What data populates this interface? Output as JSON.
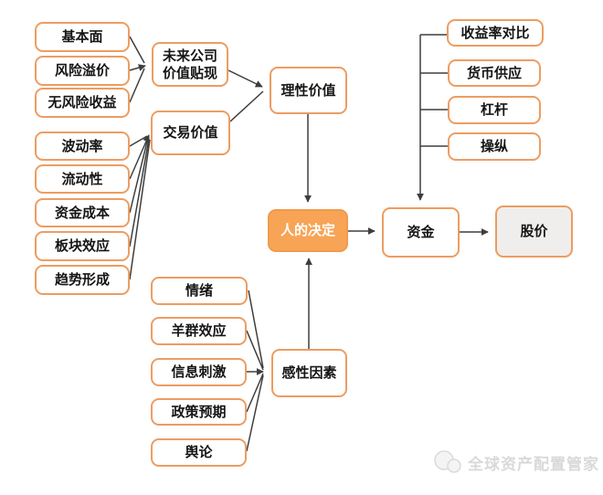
{
  "nodes": {
    "fundamentals": {
      "label": "基本面"
    },
    "risk_premium": {
      "label": "风险溢价"
    },
    "risk_free_return": {
      "label": "无风险收益"
    },
    "volatility": {
      "label": "波动率"
    },
    "liquidity": {
      "label": "流动性"
    },
    "capital_cost": {
      "label": "资金成本"
    },
    "sector_effect": {
      "label": "板块效应"
    },
    "trend_formation": {
      "label": "趋势形成"
    },
    "future_company_value_discount": {
      "label": "未来公司价值贴现"
    },
    "trading_value": {
      "label": "交易价值"
    },
    "rational_value": {
      "label": "理性价值"
    },
    "human_decision": {
      "label": "人的决定"
    },
    "emotional_factors": {
      "label": "感性因素"
    },
    "emotion": {
      "label": "情绪"
    },
    "herd_effect": {
      "label": "羊群效应"
    },
    "information_stimulus": {
      "label": "信息刺激"
    },
    "policy_expectation": {
      "label": "政策预期"
    },
    "public_opinion": {
      "label": "舆论"
    },
    "yield_comparison": {
      "label": "收益率对比"
    },
    "money_supply": {
      "label": "货币供应"
    },
    "leverage": {
      "label": "杠杆"
    },
    "manipulation": {
      "label": "操纵"
    },
    "capital": {
      "label": "资金"
    },
    "stock_price": {
      "label": "股价"
    }
  },
  "edges": [
    {
      "from": [
        "fundamentals",
        "risk_premium",
        "risk_free_return"
      ],
      "to": "future_company_value_discount"
    },
    {
      "from": [
        "volatility",
        "liquidity",
        "capital_cost",
        "sector_effect",
        "trend_formation"
      ],
      "to": "trading_value"
    },
    {
      "from": [
        "future_company_value_discount",
        "trading_value"
      ],
      "to": "rational_value"
    },
    {
      "from": [
        "rational_value"
      ],
      "to": "human_decision"
    },
    {
      "from": [
        "emotion",
        "herd_effect",
        "information_stimulus",
        "policy_expectation",
        "public_opinion"
      ],
      "to": "emotional_factors"
    },
    {
      "from": [
        "emotional_factors"
      ],
      "to": "human_decision"
    },
    {
      "from": [
        "human_decision"
      ],
      "to": "capital"
    },
    {
      "from": [
        "yield_comparison",
        "money_supply",
        "leverage",
        "manipulation"
      ],
      "to": "capital"
    },
    {
      "from": [
        "capital"
      ],
      "to": "stock_price"
    }
  ],
  "watermark": {
    "text": "全球资产配置管家",
    "icon": "wechat-logo-icon"
  },
  "colors": {
    "box_border": "#EC9D62",
    "highlight_fill": "#F7A456",
    "highlight_text": "#FFFFFF",
    "gray_fill": "#EFEEEC",
    "edge_line": "#3E3E3E",
    "watermark": "#D9D9D9"
  }
}
